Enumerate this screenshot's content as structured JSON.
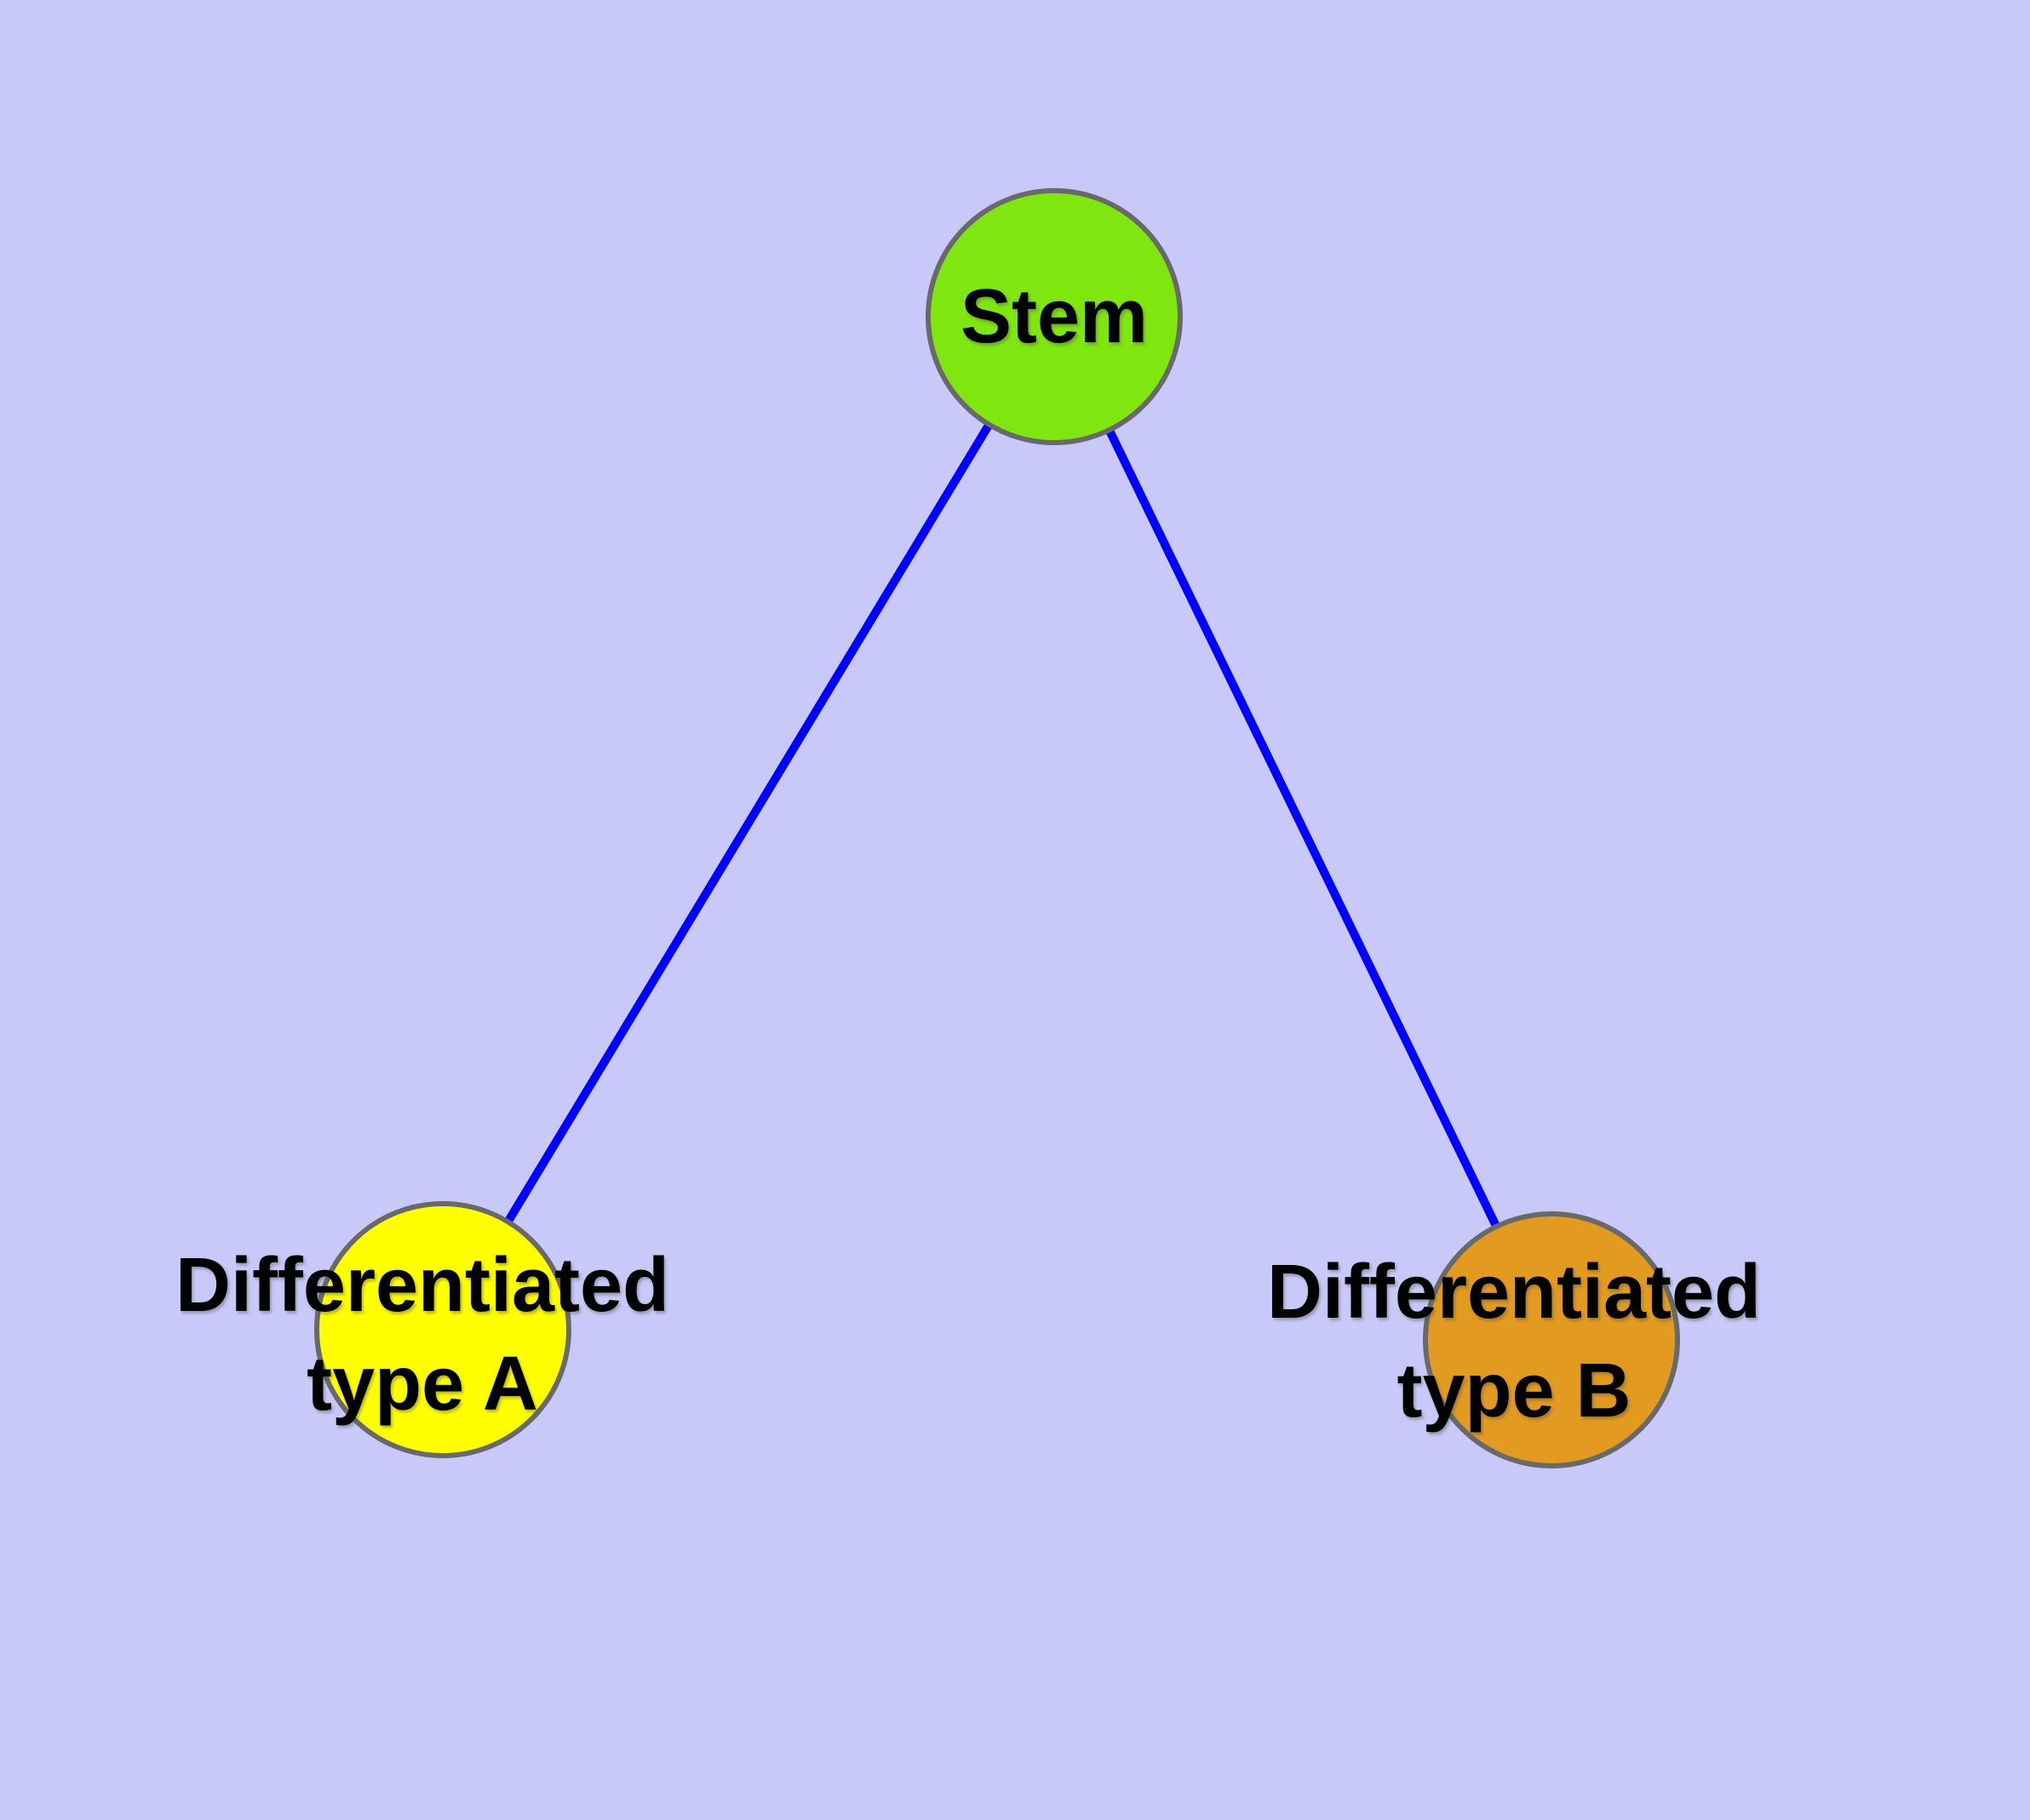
{
  "diagram": {
    "type": "graph",
    "background_color": "#c9c9f9",
    "edge_color": "#0000ff",
    "node_border_color": "#696969",
    "nodes": {
      "stem": {
        "label": "Stem",
        "fill": "#80e610"
      },
      "type_a": {
        "label_line1": "Differentiated",
        "label_line2": "type A",
        "fill": "#ffff00"
      },
      "type_b": {
        "label_line1": "Differentiated",
        "label_line2": "type B",
        "fill": "#e29a21"
      }
    },
    "edges": [
      {
        "from": "Stem",
        "to": "Differentiated type A"
      },
      {
        "from": "Stem",
        "to": "Differentiated type B"
      }
    ]
  }
}
